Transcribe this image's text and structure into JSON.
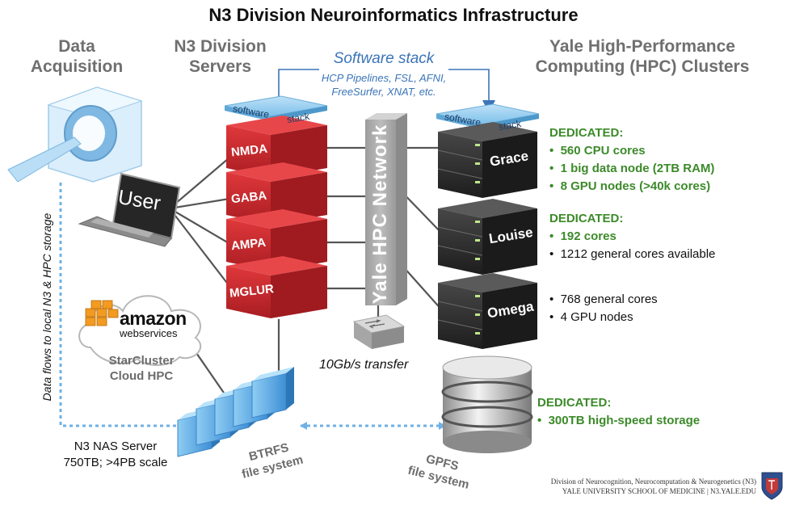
{
  "title": "N3 Division Neuroinformatics Infrastructure",
  "headers": {
    "acquisition": [
      "Data",
      "Acquisition"
    ],
    "servers": [
      "N3 Division",
      "Servers"
    ],
    "hpc": [
      "Yale High-Performance",
      "Computing (HPC) Clusters"
    ]
  },
  "software_stack": {
    "title": "Software stack",
    "line1": "HCP Pipelines, FSL, AFNI,",
    "line2": "FreeSurfer, XNAT, etc.",
    "cap_left": "software",
    "cap_right": "stack"
  },
  "servers": [
    "NMDA",
    "GABA",
    "AMPA",
    "MGLUR"
  ],
  "user_label": "User",
  "network": {
    "label": "Yale HPC Network",
    "transfer": "10Gb/s transfer"
  },
  "clusters": [
    {
      "name": "Grace",
      "dedicated": "DEDICATED:",
      "green_items": [
        "560 CPU cores",
        "1 big data node (2TB RAM)",
        "8 GPU nodes (>40k cores)"
      ],
      "black_items": []
    },
    {
      "name": "Louise",
      "dedicated": "DEDICATED:",
      "green_items": [
        "192 cores"
      ],
      "black_items": [
        "1212 general cores available"
      ]
    },
    {
      "name": "Omega",
      "dedicated": "",
      "green_items": [],
      "black_items": [
        "768 general cores",
        "4 GPU nodes"
      ]
    }
  ],
  "storage": {
    "dedicated": "DEDICATED:",
    "item": "300TB high-speed storage",
    "fs_line1": "GPFS",
    "fs_line2": "file system"
  },
  "aws": {
    "brand1": "amazon",
    "brand2": "webservices",
    "label1": "StarCluster",
    "label2": "Cloud HPC"
  },
  "nas": {
    "line1": "N3 NAS Server",
    "line2": "750TB; >4PB scale",
    "fs_line1": "BTRFS",
    "fs_line2": "file system"
  },
  "data_flow": "Data flows to local N3 & HPC storage",
  "footer": {
    "line1": "Division of Neurocognition, Neurocomputation & Neurogenetics (N3)",
    "line2": "YALE UNIVERSITY SCHOOL OF MEDICINE  |  N3.YALE.EDU"
  },
  "colors": {
    "server_red": "#c8262b",
    "network_gray": "#a9a9a9",
    "hpc_dark": "#2e2e2e",
    "green": "#3c8a2a",
    "blue": "#3b74b8",
    "nas_blue": "#5aa9e6"
  }
}
